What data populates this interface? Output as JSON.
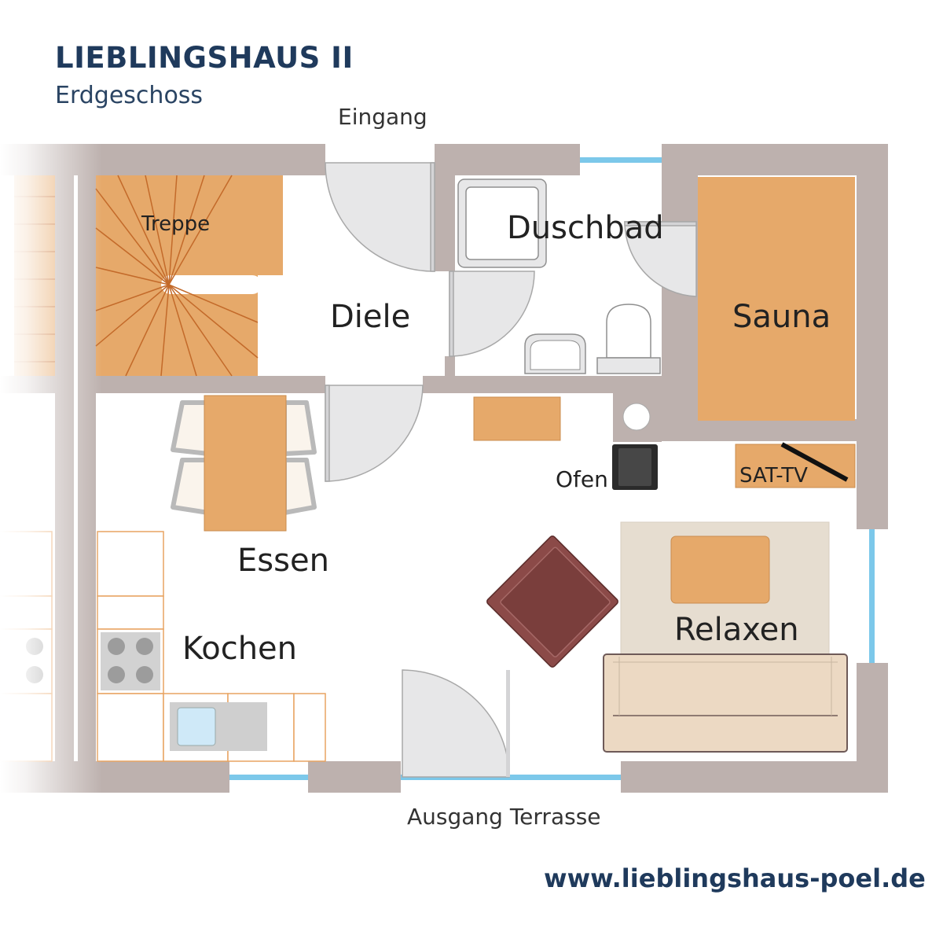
{
  "header": {
    "title": "LIEBLINGSHAUS II",
    "subtitle": "Erdgeschoss"
  },
  "rooms": {
    "treppe": "Treppe",
    "diele": "Diele",
    "duschbad": "Duschbad",
    "sauna": "Sauna",
    "essen": "Essen",
    "kochen": "Kochen",
    "relaxen": "Relaxen",
    "ofen": "Ofen",
    "sat_tv": "SAT-TV"
  },
  "labels": {
    "eingang": "Eingang",
    "ausgang": "Ausgang Terrasse"
  },
  "footer": {
    "url": "www.lieblingshaus-poel.de"
  },
  "colors": {
    "wall": "#bdb1ae",
    "wood": "#e6a96a",
    "window": "#7cc8ea",
    "title": "#1f3a5c",
    "armchair": "#8b4a48",
    "rug": "#e6ddd0",
    "sofa": "#ecd9c3"
  }
}
